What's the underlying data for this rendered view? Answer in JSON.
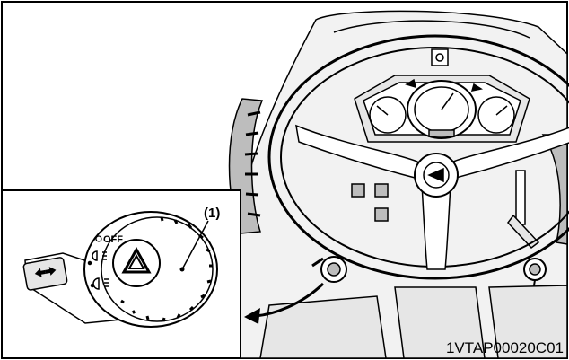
{
  "callout": {
    "label": "(1)"
  },
  "switch": {
    "off_label": "OFF"
  },
  "figure_code": "1VTAP00020C01",
  "colors": {
    "line": "#000000",
    "background": "#ffffff",
    "shade": "#bdbdbd",
    "light_shade": "#e6e6e6"
  }
}
